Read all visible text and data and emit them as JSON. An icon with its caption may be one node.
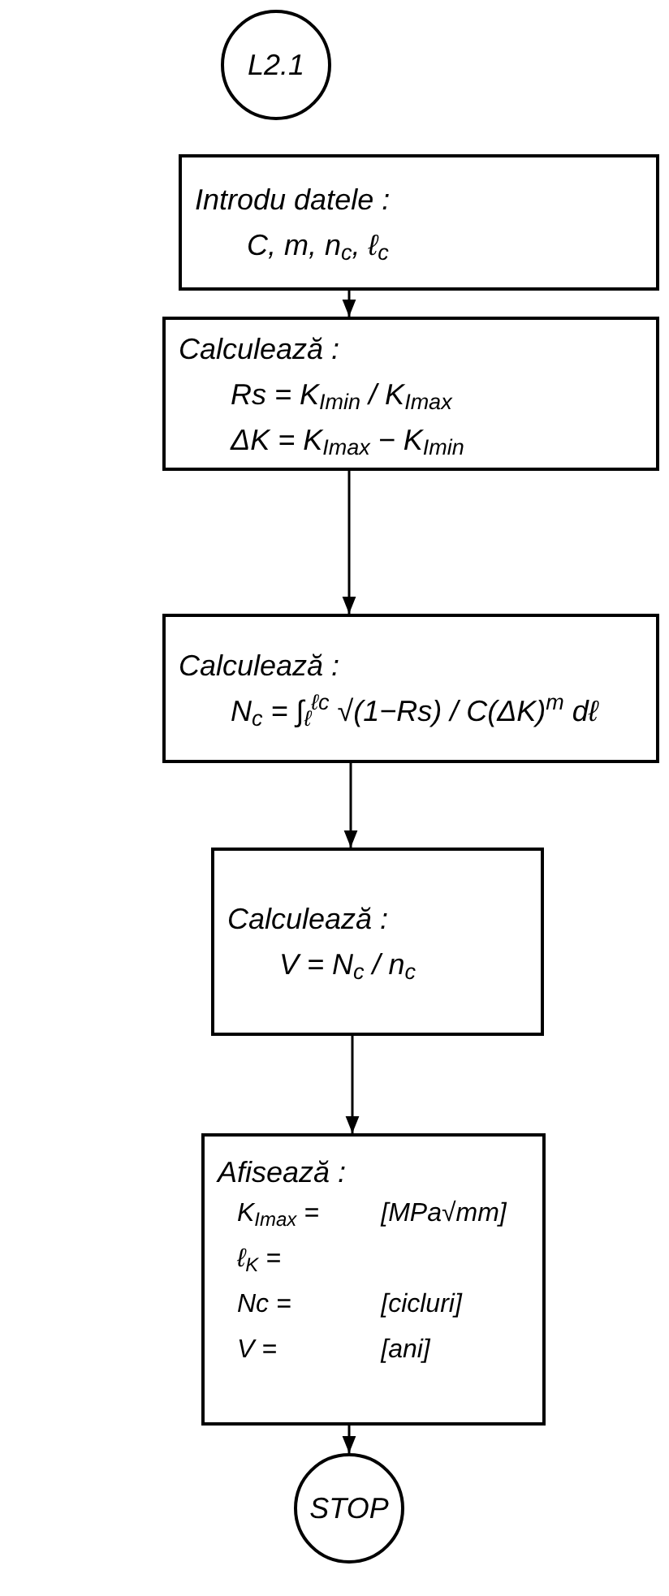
{
  "diagram": {
    "nodes": [
      {
        "text": [
          "L2.1"
        ]
      },
      {
        "text": [
          "Introdu datele :",
          "C, m, n$_{c}$, ℓ$_{c}$"
        ]
      },
      {
        "text": [
          "Calculează :",
          "Rs = K$_{Imin}$ / K$_{Imax}$",
          "ΔK = K$_{Imax}$ − K$_{Imin}$"
        ]
      },
      {
        "text": [
          "Calculează :",
          "N$_{c}$ = ∫$_{ℓ}$$^{ℓc}$ √(1−Rs) / C(ΔK)$^{m}$ dℓ"
        ]
      },
      {
        "text": [
          "Calculează :",
          "V = N$_{c}$ / n$_{c}$"
        ]
      },
      {
        "text": [
          "Afisează :",
          "K$_{Imax}$ =",
          "[MPa√mm]",
          "ℓ$_{K}$ =",
          "Nc =",
          "[cicluri]",
          "V =",
          "[ani]"
        ]
      },
      {
        "text": [
          "STOP"
        ]
      }
    ],
    "edges": [
      {
        "from": 1,
        "to": 2,
        "arrow": "to"
      },
      {
        "from": 2,
        "to": 3,
        "arrow": "to"
      },
      {
        "from": 3,
        "to": 4,
        "arrow": "to"
      },
      {
        "from": 4,
        "to": 5,
        "arrow": "to"
      },
      {
        "from": 5,
        "to": 6,
        "arrow": "to"
      }
    ]
  }
}
